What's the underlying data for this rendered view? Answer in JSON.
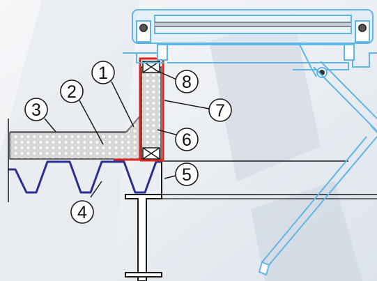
{
  "diagram": {
    "callouts": [
      {
        "label": "1",
        "part": "wedge-fillet"
      },
      {
        "label": "2",
        "part": "roof-insulation"
      },
      {
        "label": "3",
        "part": "roof-membrane"
      },
      {
        "label": "4",
        "part": "trapezoidal-metal-deck"
      },
      {
        "label": "5",
        "part": "steel-beam"
      },
      {
        "label": "6",
        "part": "upstand-insulation"
      },
      {
        "label": "7",
        "part": "upstand-flashing"
      },
      {
        "label": "8",
        "part": "timber-batten"
      }
    ],
    "colors": {
      "frame": "#5fb6e6",
      "frame_fill": "#d7ecf8",
      "flashing": "#e0251c",
      "deck": "#2a2f8f",
      "insulation_fill": "#d9d9d9",
      "insulation_holes": "#f4f4f4",
      "line": "#1a1a1a",
      "background_shadow": "#cfd6e2"
    }
  }
}
